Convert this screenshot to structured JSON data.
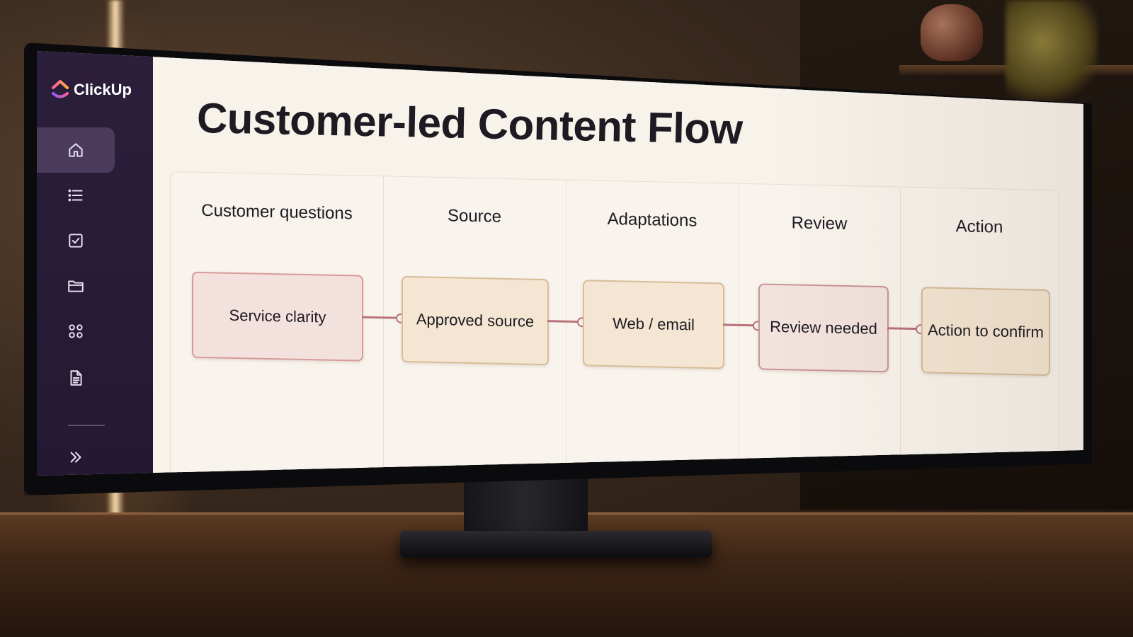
{
  "app": {
    "name": "ClickUp",
    "brand_colors": [
      "#ff5fa0",
      "#8a5cff",
      "#ffb23f"
    ]
  },
  "sidebar": {
    "items": [
      {
        "icon": "home-icon",
        "active": true
      },
      {
        "icon": "list-icon",
        "active": false
      },
      {
        "icon": "checkbox-icon",
        "active": false
      },
      {
        "icon": "folder-icon",
        "active": false
      },
      {
        "icon": "apps-grid-icon",
        "active": false
      },
      {
        "icon": "document-icon",
        "active": false
      }
    ],
    "expand_icon": "double-chevron-right-icon"
  },
  "page": {
    "title": "Customer-led Content Flow"
  },
  "board": {
    "columns": [
      {
        "title": "Customer questions",
        "card": "Service clarity"
      },
      {
        "title": "Source",
        "card": "Approved source"
      },
      {
        "title": "Adaptations",
        "card": "Web / email"
      },
      {
        "title": "Review",
        "card": "Review needed"
      },
      {
        "title": "Action",
        "card": "Action to confirm"
      }
    ],
    "connector_color": "#b9727a"
  }
}
